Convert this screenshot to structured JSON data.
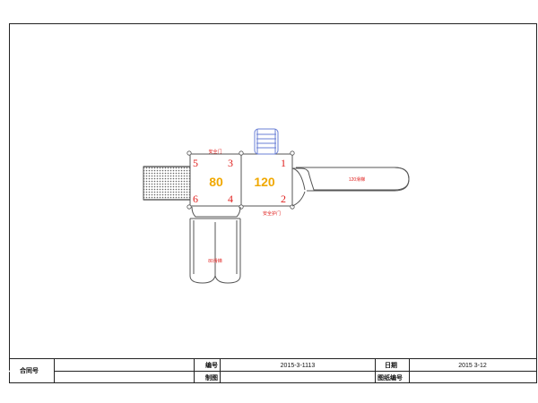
{
  "drawing": {
    "platforms": [
      {
        "id": "left",
        "value": "80"
      },
      {
        "id": "right",
        "value": "120"
      }
    ],
    "corner_numbers": [
      "5",
      "3",
      "6",
      "4",
      "1",
      "2"
    ],
    "small_labels": {
      "top_left_platform": "安全门",
      "bottom_right_platform": "安全护门",
      "right_slide": "120滑梯",
      "bottom_slide": "80滑梯"
    },
    "colors": {
      "line": "#555555",
      "number_red": "#e0201e",
      "value_orange": "#f0a800",
      "small_red": "#e0201e",
      "ladder_blue": "#6a7fd6"
    }
  },
  "title_block": {
    "contract_label": "合同号",
    "contract_value": "",
    "number_label": "编号",
    "number_value": "2015-3-1113",
    "date_label": "日期",
    "date_value": "2015  3-12",
    "drawn_label": "制图",
    "drawn_value": "",
    "drawing_number_label": "图纸编号",
    "drawing_number_value": ""
  }
}
